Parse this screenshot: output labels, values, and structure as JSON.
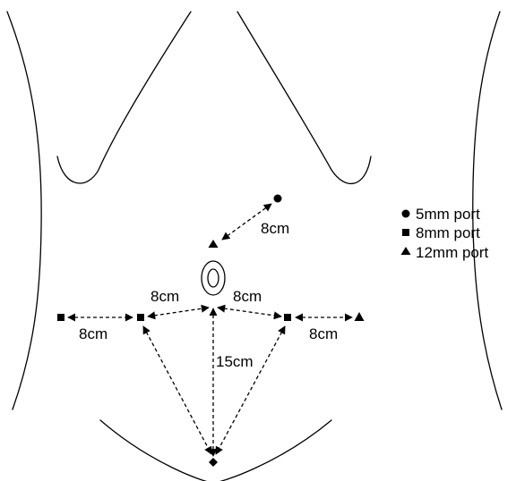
{
  "legend": {
    "items": [
      {
        "symbol": "circle",
        "label": "5mm port"
      },
      {
        "symbol": "square",
        "label": "8mm port"
      },
      {
        "symbol": "triangle",
        "label": "12mm port"
      }
    ]
  },
  "measurements": {
    "camera_to_assist": "8cm",
    "left_arm_spacing": "8cm",
    "left_center_spacing": "8cm",
    "right_center_spacing": "8cm",
    "right_arm_spacing": "8cm",
    "vertical_distance": "15cm"
  },
  "colors": {
    "ink": "#000000",
    "background": "#ffffff"
  }
}
